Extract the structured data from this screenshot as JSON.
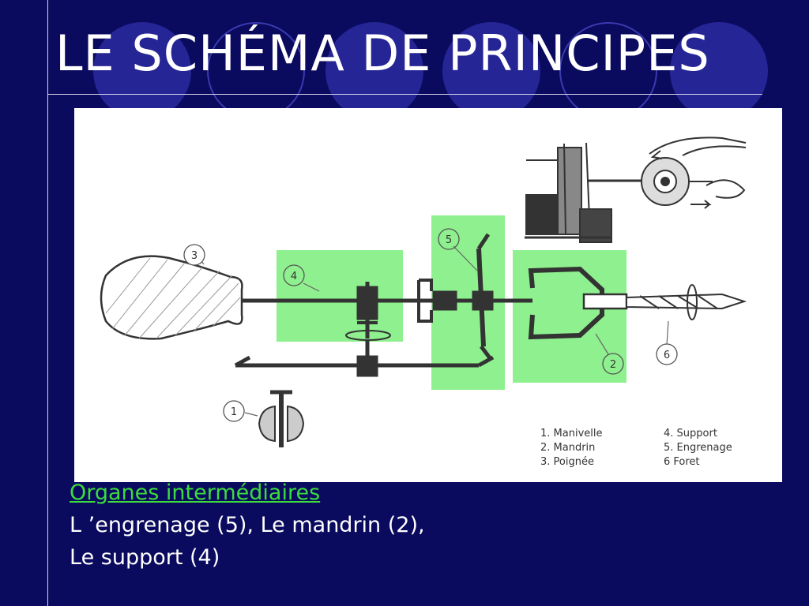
{
  "slide": {
    "title": "LE SCHÉMA DE PRINCIPES",
    "caption": {
      "heading": "Organes intermédiaires",
      "line1": "L ’engrenage (5), Le mandrin (2),",
      "line2": "Le support (4)"
    }
  },
  "diagram": {
    "callouts": [
      "1",
      "2",
      "3",
      "4",
      "5",
      "6"
    ],
    "legend": [
      "1.  Manivelle",
      "2.  Mandrin",
      "3.  Poignée",
      "4.  Support",
      "5.  Engrenage",
      "6   Foret"
    ],
    "highlight_color": "#8ef08e"
  }
}
